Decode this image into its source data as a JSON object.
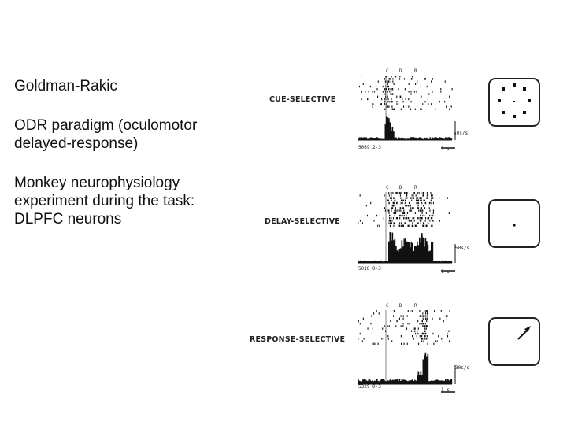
{
  "bullets": [
    {
      "text": "Goldman-Rakic"
    },
    {
      "text": "ODR paradigm (oculomotor delayed-response)"
    },
    {
      "text": "Monkey neurophysiology experiment during the task: DLPFC neurons"
    }
  ],
  "figure": {
    "panels": [
      {
        "label": "CUE-SELECTIVE",
        "markers": [
          "C",
          "D",
          "R"
        ],
        "scale_label": "50s/s",
        "time_label": "1 s",
        "cell_id": "5069 2-3",
        "target": "radial-targets"
      },
      {
        "label": "DELAY-SELECTIVE",
        "markers": [
          "C",
          "D",
          "R"
        ],
        "scale_label": "50s/s",
        "time_label": "1 s",
        "cell_id": "5018 0-3",
        "target": "fixation-dot"
      },
      {
        "label": "RESPONSE-SELECTIVE",
        "markers": [
          "C",
          "D",
          "R"
        ],
        "scale_label": "30s/s",
        "time_label": "1 s",
        "cell_id": "5329 0-3",
        "target": "saccade-arrow"
      }
    ]
  }
}
